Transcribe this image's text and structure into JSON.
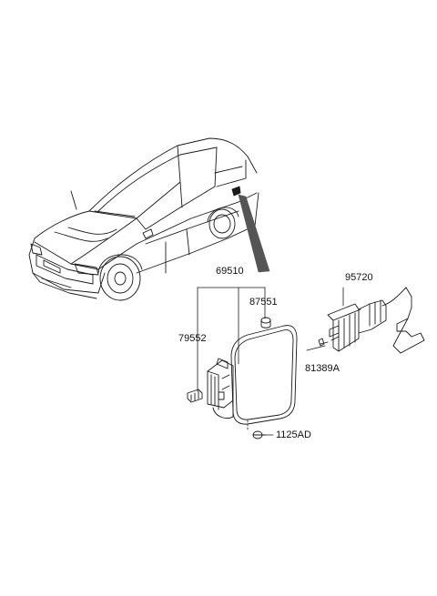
{
  "diagram": {
    "parts": {
      "p69510": "69510",
      "p87551": "87551",
      "p79552": "79552",
      "p95720": "95720",
      "p81389A": "81389A",
      "p1125AD": "1125AD"
    },
    "colors": {
      "line": "#1a1a1a",
      "pointer_band": "#555555",
      "background": "#ffffff"
    },
    "icons": [
      "car-illustration",
      "fuel-filler-door",
      "fuel-door-housing",
      "rubber-bumper",
      "clip",
      "screw",
      "opener-actuator",
      "opener-cable",
      "bolt"
    ]
  }
}
